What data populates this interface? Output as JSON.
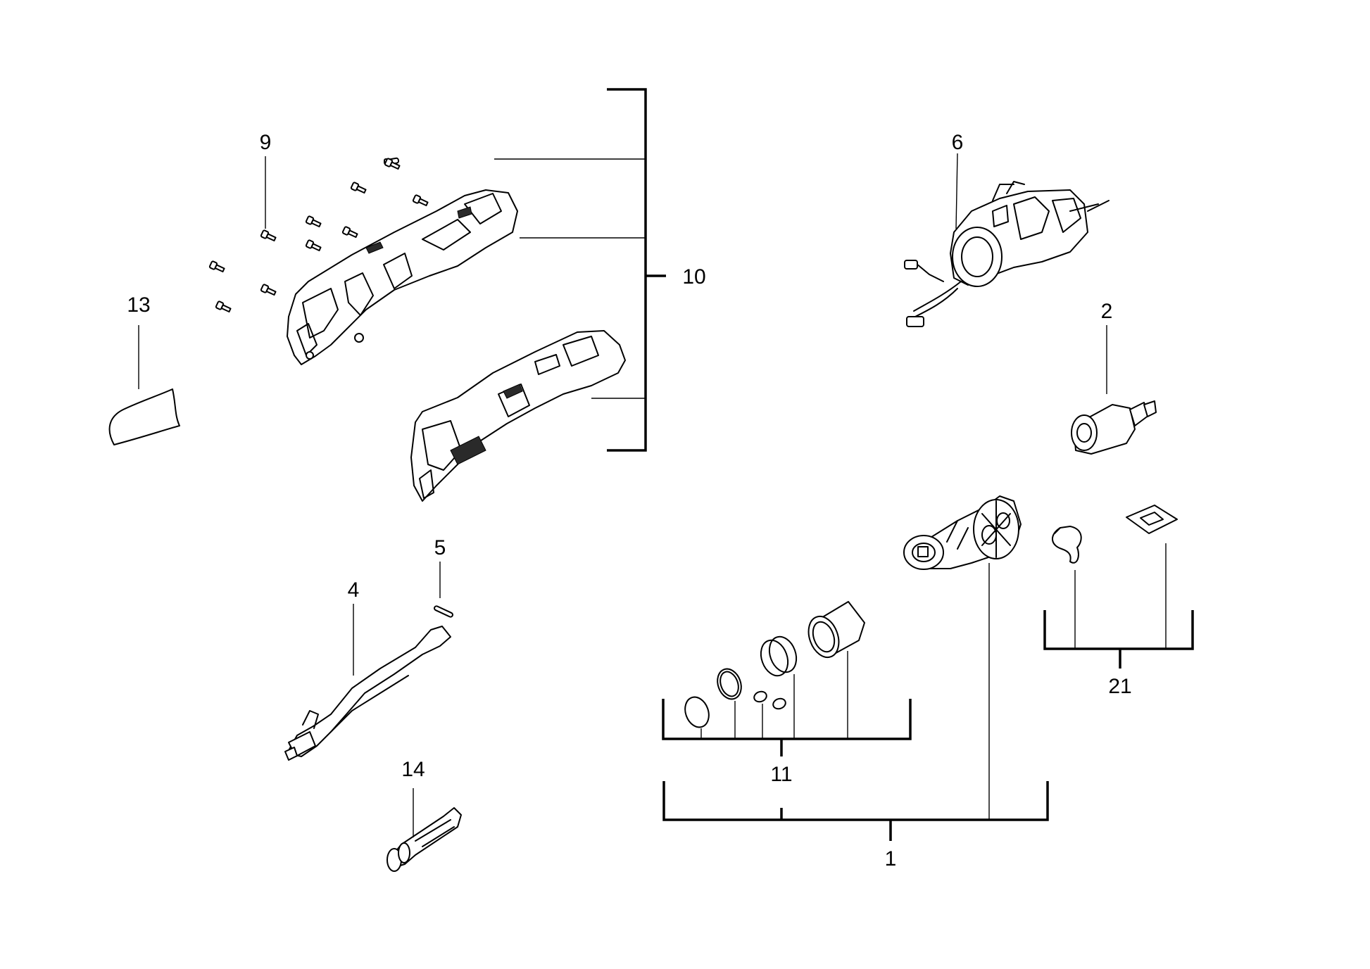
{
  "labels": {
    "p1": "1",
    "p2": "2",
    "p4": "4",
    "p5": "5",
    "p6": "6",
    "p9": "9",
    "p10": "10",
    "p11": "11",
    "p13": "13",
    "p14": "14",
    "p21": "21"
  }
}
